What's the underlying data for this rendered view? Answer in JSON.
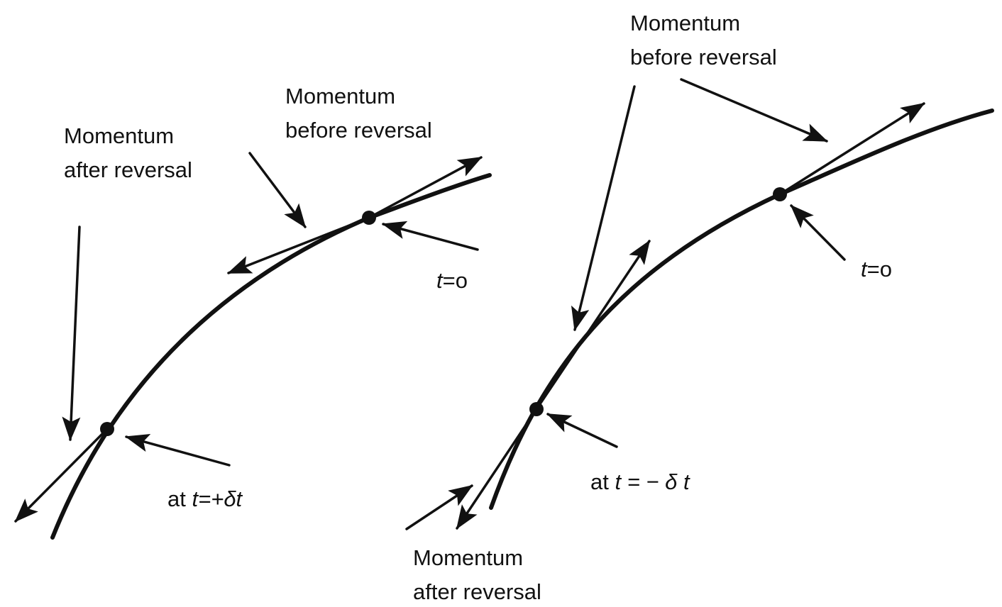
{
  "left_panel": {
    "label_momentum_after_line1": "Momentum",
    "label_momentum_after_line2": "after reversal",
    "label_momentum_before_line1": "Momentum",
    "label_momentum_before_line2": "before reversal",
    "label_t0_var": "t",
    "label_t0_rest": "=o",
    "label_at": "at",
    "label_time_var": "t",
    "label_time_expr": "=+δt"
  },
  "right_panel": {
    "label_momentum_before_line1": "Momentum",
    "label_momentum_before_line2": "before reversal",
    "label_momentum_after_line1": "Momentum",
    "label_momentum_after_line2": "after reversal",
    "label_t0_var": "t",
    "label_t0_rest": "=o",
    "label_at": "at",
    "label_time_expr": "t = − δ t"
  },
  "colors": {
    "ink": "#111111",
    "background": "#ffffff"
  }
}
